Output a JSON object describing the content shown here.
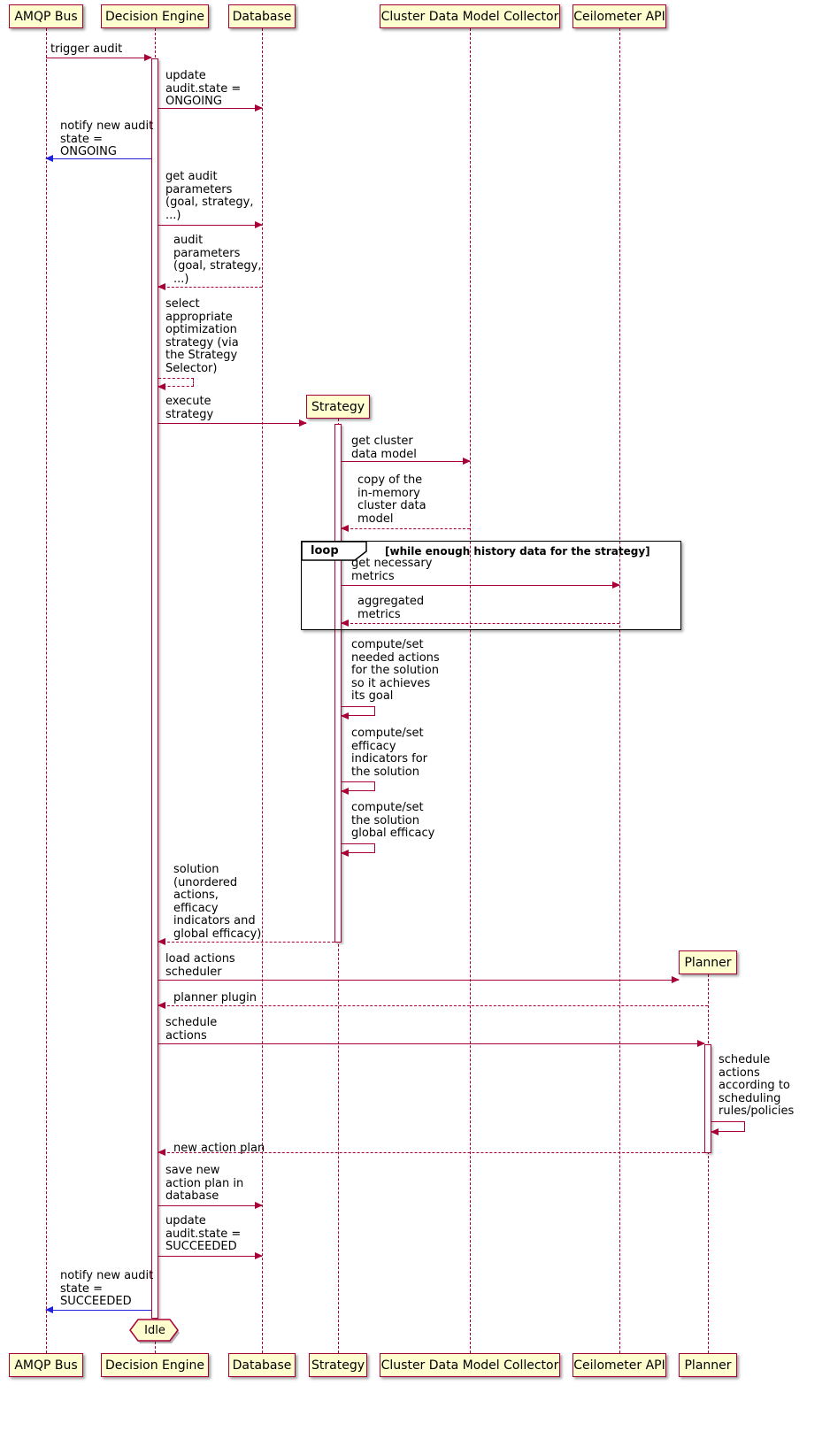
{
  "diagram_type": "sequence",
  "participants": {
    "amqp_bus": "AMQP Bus",
    "decision_engine": "Decision Engine",
    "database": "Database",
    "strategy": "Strategy",
    "cluster_collector": "Cluster Data Model Collector",
    "ceilometer_api": "Ceilometer API",
    "planner": "Planner"
  },
  "loop": {
    "keyword": "loop",
    "condition": "[while enough history data for the strategy]"
  },
  "messages": {
    "trigger_audit": "trigger audit",
    "update_state_ongoing": "update\naudit.state =\nONGOING",
    "notify_state_ongoing": "notify new audit\nstate =\nONGOING",
    "get_audit_parameters": "get audit\nparameters\n(goal, strategy,\n...)",
    "audit_parameters": "audit\nparameters\n(goal, strategy,\n...)",
    "select_strategy": "select\nappropriate\noptimization\nstrategy (via\nthe Strategy\nSelector)",
    "execute_strategy": "execute\nstrategy",
    "get_cluster_data_model": "get cluster\ndata model",
    "copy_cluster_data_model": "copy of the\nin-memory\ncluster data\nmodel",
    "get_necessary_metrics": "get necessary\nmetrics",
    "aggregated_metrics": "aggregated\nmetrics",
    "compute_needed_actions": "compute/set\nneeded actions\nfor the solution\nso it achieves\nits goal",
    "compute_efficacy_indicators": "compute/set\nefficacy\nindicators for\nthe solution",
    "compute_global_efficacy": "compute/set\nthe solution\nglobal efficacy",
    "solution": "solution\n(unordered\nactions,\nefficacy\nindicators and\nglobal efficacy)",
    "load_actions_scheduler": "load actions\nscheduler",
    "planner_plugin": "planner plugin",
    "schedule_actions": "schedule\nactions",
    "schedule_according_rules": "schedule\nactions\naccording to\nscheduling\nrules/policies",
    "new_action_plan": "new action plan",
    "save_action_plan": "save new\naction plan in\ndatabase",
    "update_state_succeeded": "update\naudit.state =\nSUCCEEDED",
    "notify_state_succeeded": "notify new audit\nstate =\nSUCCEEDED"
  },
  "end_state": "Idle",
  "colors": {
    "participant_fill": "#FEFECE",
    "line": "#A80036",
    "notify_line": "#2222DD",
    "frame_border": "#000000",
    "background": "#FFFFFF"
  }
}
